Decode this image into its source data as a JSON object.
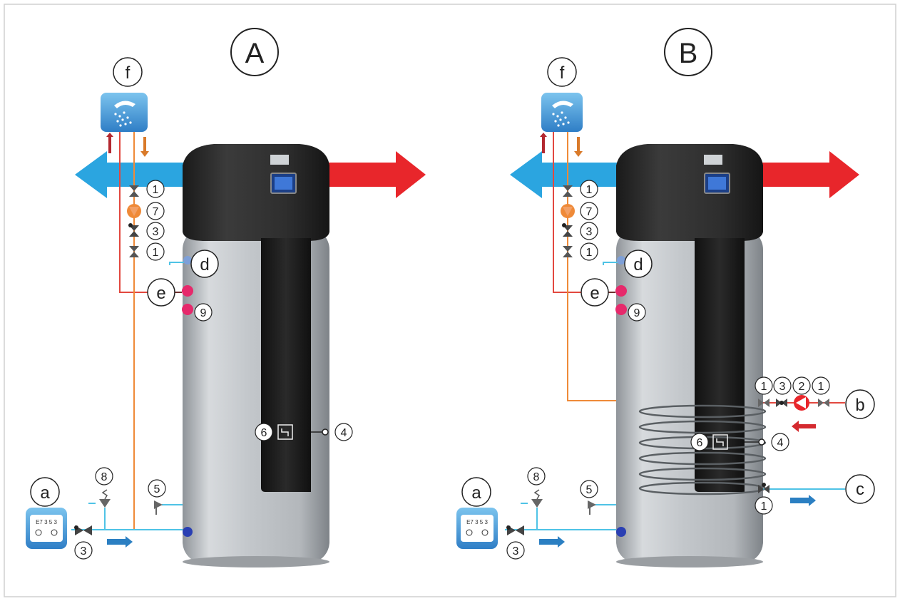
{
  "panels": [
    {
      "title": "A",
      "labels": {
        "f": "f",
        "d": "d",
        "e": "e",
        "a": "a",
        "8": "8",
        "5": "5",
        "3": "3",
        "9": "9",
        "6": "6",
        "4": "4"
      },
      "valve_stack": [
        "1",
        "7",
        "3",
        "1"
      ],
      "meter_text": "E7 3 5 3"
    },
    {
      "title": "B",
      "labels": {
        "f": "f",
        "d": "d",
        "e": "e",
        "a": "a",
        "8": "8",
        "5": "5",
        "3": "3",
        "9": "9",
        "6": "6",
        "4": "4",
        "b": "b",
        "c": "c",
        "c_valve": "1"
      },
      "valve_stack": [
        "1",
        "7",
        "3",
        "1"
      ],
      "coil_inlet": [
        "1",
        "3",
        "2",
        "1"
      ],
      "meter_text": "E7 3 5 3"
    }
  ],
  "colors": {
    "hot_air_arrow": "#e8262b",
    "cold_air_arrow": "#2ba5e0",
    "hot_pipe": "#e2483f",
    "cold_pipe": "#4fc3e6",
    "recirc_pipe": "#ef8a38",
    "tank_body": "#bfc3c7",
    "tank_head": "#2b2b2b"
  },
  "icons": [
    "shower-icon",
    "water-meter-icon",
    "valve-icon",
    "pump-icon",
    "heater-icon",
    "sensor-icon"
  ]
}
